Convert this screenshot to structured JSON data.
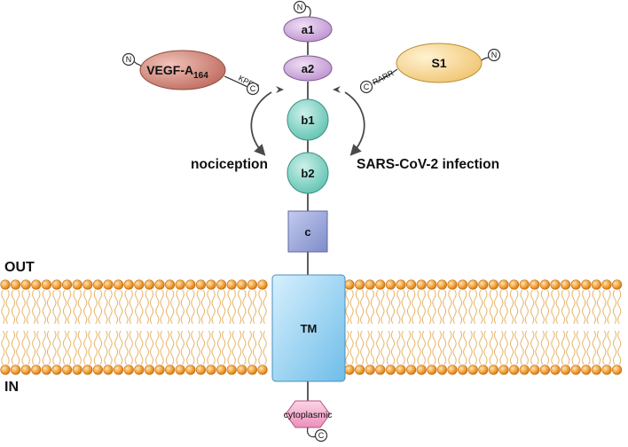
{
  "receptor": {
    "n_terminus": "N",
    "c_terminus": "C",
    "domains": {
      "a1": "a1",
      "a2": "a2",
      "b1": "b1",
      "b2": "b2",
      "c": "c",
      "tm": "TM",
      "cytoplasmic": "cytoplasmic"
    }
  },
  "ligands": {
    "vegf": {
      "name": "VEGF-A",
      "subscript": "164",
      "motif": "KPRR",
      "n_terminus": "N",
      "c_terminus": "C",
      "effect": "nociception"
    },
    "s1": {
      "name": "S1",
      "motif": "RARR",
      "n_terminus": "N",
      "c_terminus": "C",
      "effect": "SARS-CoV-2 infection"
    }
  },
  "membrane": {
    "out_label": "OUT",
    "in_label": "IN"
  },
  "colors": {
    "a_domain": "#c9a6d6",
    "b_domain": "#7dd0c4",
    "c_domain": "#8e9bd2",
    "tm": "#9fd4f2",
    "cytoplasmic": "#f2a7c9",
    "vegf": "#c77a6f",
    "s1": "#f2d08e",
    "lipid_head": "#f0a030",
    "lipid_tail": "#e7b66a"
  }
}
